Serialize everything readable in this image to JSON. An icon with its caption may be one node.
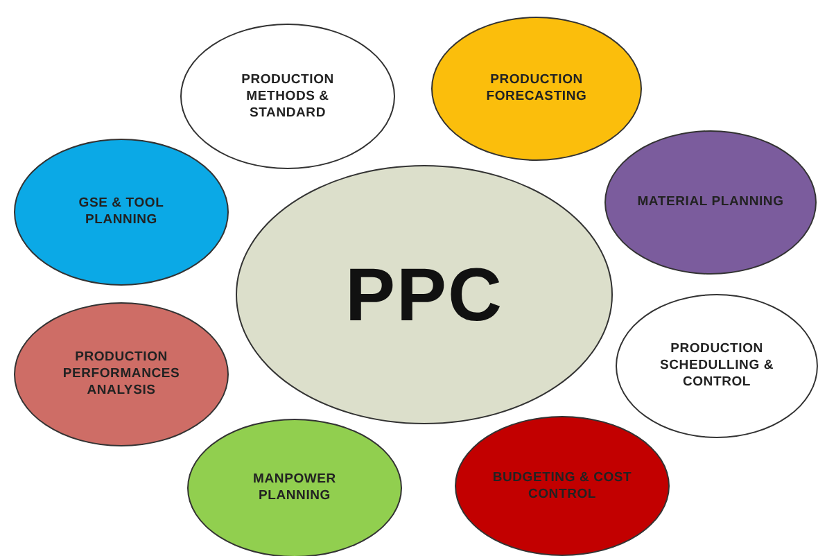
{
  "diagram": {
    "nodes": [
      {
        "text": [
          "PRODUCTION METHODS & STANDARD"
        ]
      },
      {
        "text": [
          "PRODUCTION FORECASTING"
        ]
      },
      {
        "text": [
          "GSE & TOOL PLANNING"
        ]
      },
      {
        "text": [
          "MATERIAL PLANNING"
        ]
      },
      {
        "text": [
          "PPC"
        ]
      },
      {
        "text": [
          "PRODUCTION PERFORMANCES ANALYSIS"
        ]
      },
      {
        "text": [
          "PRODUCTION SCHEDULLING & CONTROL"
        ]
      },
      {
        "text": [
          "MANPOWER PLANNING"
        ]
      },
      {
        "text": [
          "BUDGETING & COST CONTROL"
        ]
      }
    ]
  }
}
